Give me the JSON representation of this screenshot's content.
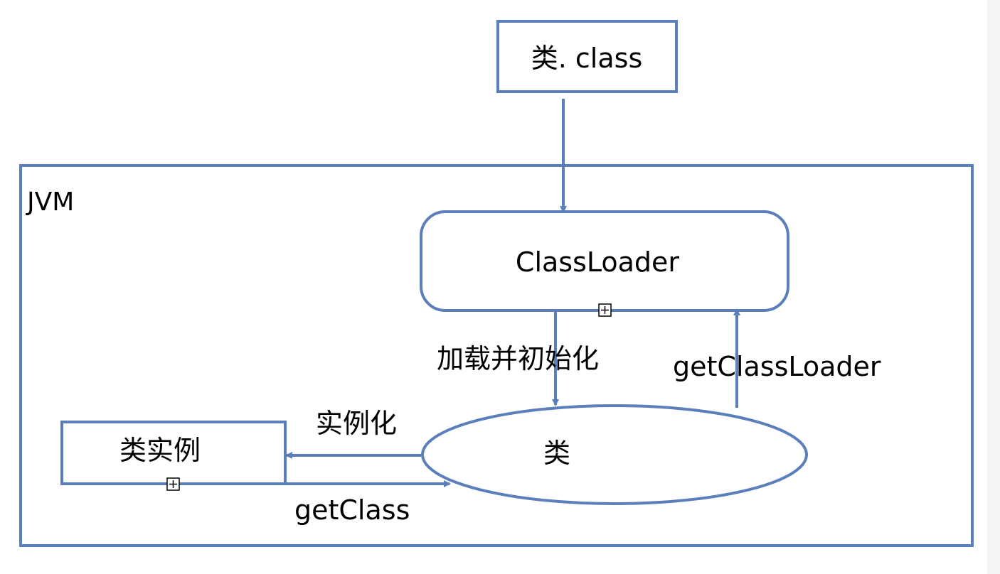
{
  "colors": {
    "stroke": "#5b7fba",
    "text": "#000000",
    "background": "#ffffff"
  },
  "nodes": {
    "class_file": {
      "label": "类. class"
    },
    "jvm": {
      "label": "JVM"
    },
    "classloader": {
      "label": "ClassLoader"
    },
    "klass": {
      "label": "类"
    },
    "instance": {
      "label": "类实例"
    }
  },
  "edges": {
    "load": {
      "label": "加载并初始化"
    },
    "get_classloader": {
      "label": "getClassLoader"
    },
    "instantiate": {
      "label": "实例化"
    },
    "get_class": {
      "label": "getClass"
    }
  }
}
